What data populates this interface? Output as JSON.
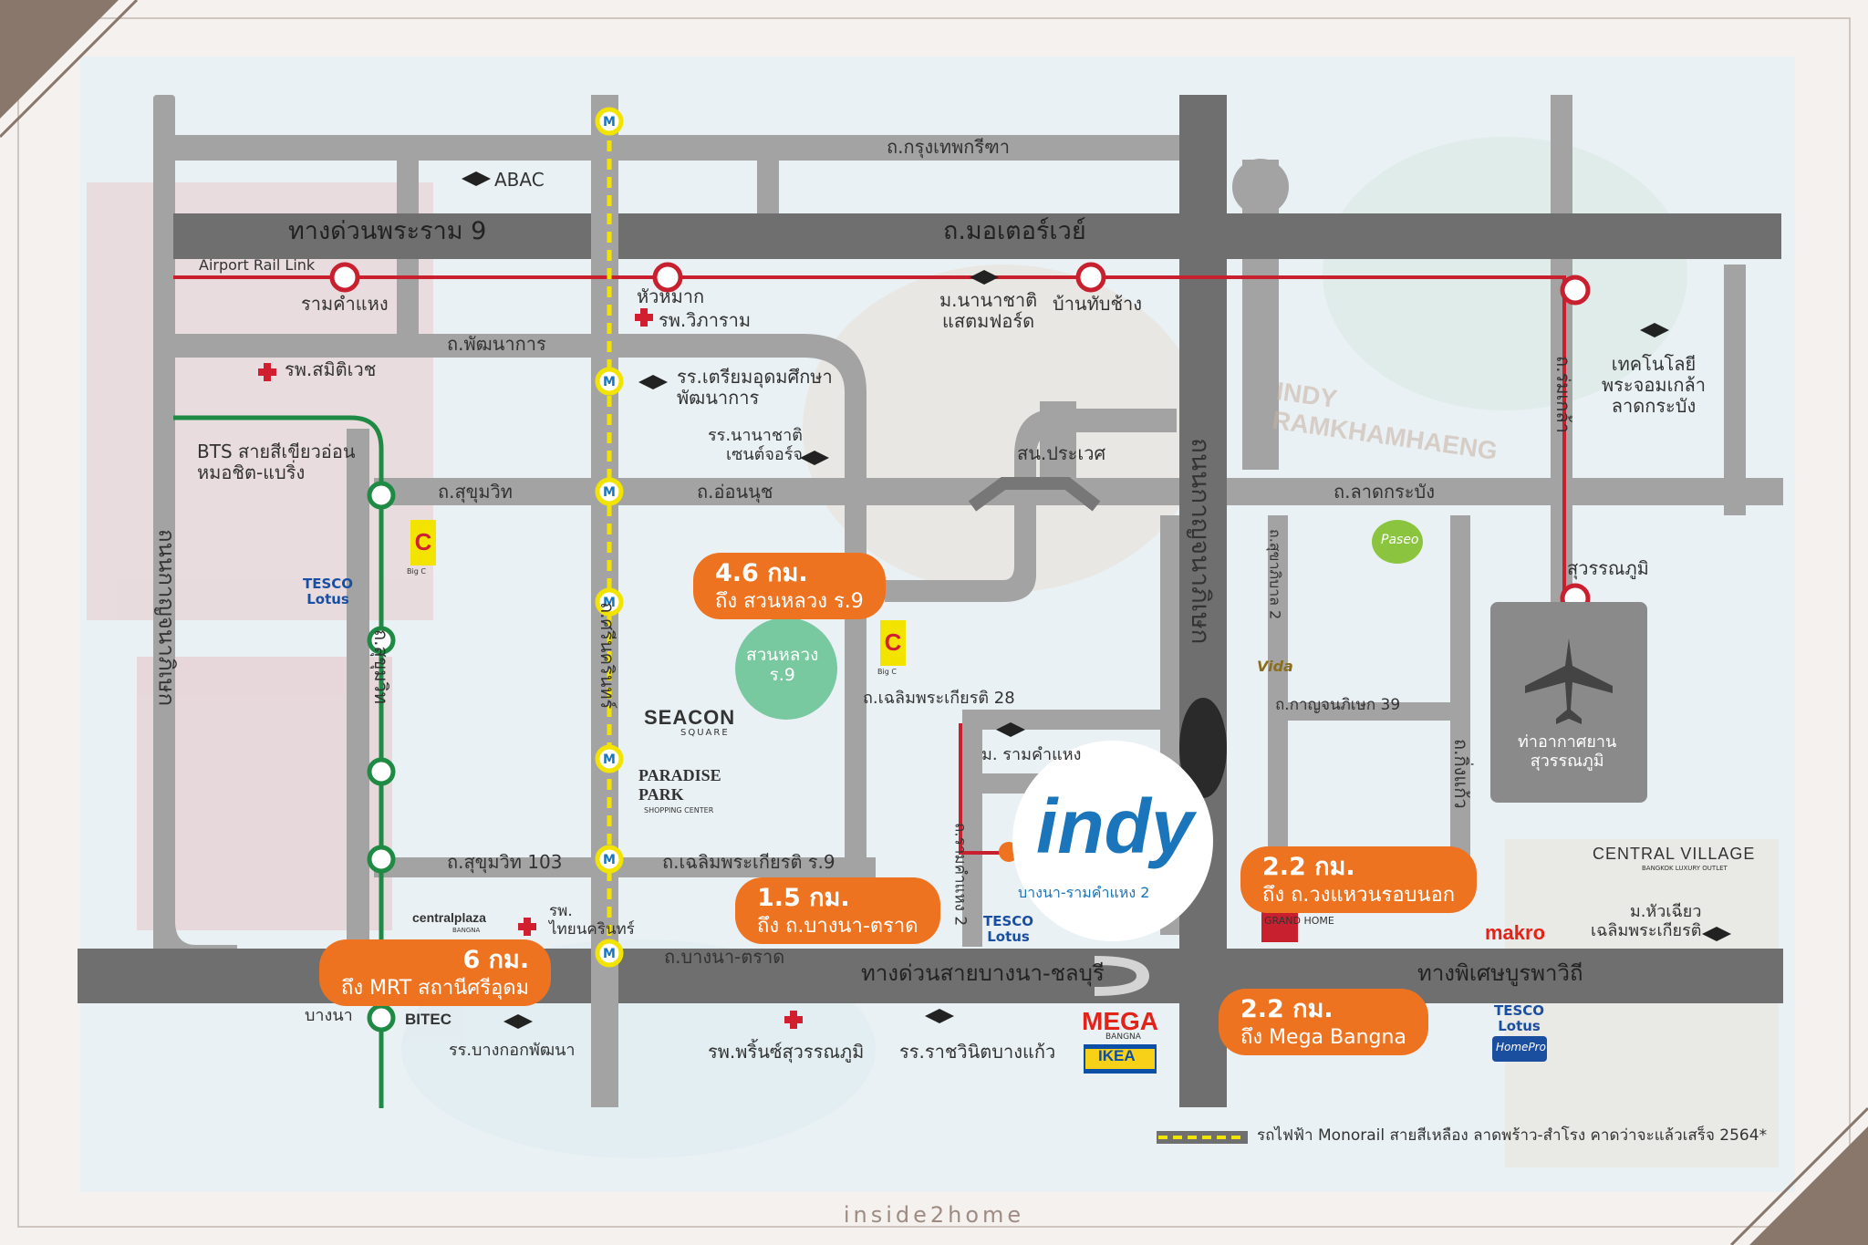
{
  "colors": {
    "road": "#9c9c9c",
    "expressway": "#6d6d6d",
    "airport_rail": "#c8202f",
    "bts_green": "#1f8a43",
    "monorail": "#f3e400",
    "callout": "#ee7321",
    "park": "#78c8a0",
    "airport_box": "#8a8a8a",
    "frame_corner": "#8a776c"
  },
  "roads": {
    "krungthep_kreetha": "ถ.กรุงเทพกรีฑา",
    "rama9_expressway": "ทางด่วนพระราม 9",
    "motorway": "ถ.มอเตอร์เวย์",
    "pattanakan": "ถ.พัฒนาการ",
    "sukhumvit": "ถ.สุขุมวิท",
    "on_nut": "ถ.อ่อนนุช",
    "lat_krabang": "ถ.ลาดกระบัง",
    "kanchanaphisek": "ถนนกาญจนาภิเษก",
    "srinakarin": "ถ.ศรีนครินทร์",
    "sukhumvit_vertical": "ถ.สุขุมวิท",
    "romklao": "ถ.ร่มเกล้า",
    "king_kaeo": "ถ.กิ่งแก้ว",
    "on_nut_junction": "สน.ประเวศ",
    "sukhaphiban2": "ถ.สุขาภิบาล 2",
    "kanchanaphisek39": "ถ.กาญจนภิเษก 39",
    "chalerm28": "ถ.เฉลิมพระเกียรติ 28",
    "sukhumvit103": "ถ.สุขุมวิท 103",
    "chalerm9": "ถ.เฉลิมพระเกียรติ ร.9",
    "ramkhamhaeng2": "ถ.รามคำแหง 2",
    "bangna_trad": "ถ.บางนา-ตราด",
    "bangna_chonburi_exp": "ทางด่วนสายบางนา-ชลบุรี",
    "burapha_withi": "ทางพิเศษบูรพาวิถี"
  },
  "transit": {
    "airport_rail_link": "Airport Rail Link",
    "ramkhamhaeng_station": "รามคำแหง",
    "huamak_station": "หัวหมาก",
    "ban_thap_chang": "บ้านทับช้าง",
    "suvarnabhumi_station": "สุวรรณภูมิ",
    "bts_line": "BTS สายสีเขียวอ่อน\nหมอชิต-แบริ่ง",
    "bangna_station": "บางนา"
  },
  "places": {
    "abac": "ABAC",
    "rs_wikaram": "รพ.วิภาราม",
    "rs_samitivej": "รพ.สมิติเวช",
    "triam": "รร.เตรียมอุดมศึกษา\nพัฒนาการ",
    "nanachat_centre": "รร.นานาชาติ\nเซนต์จอร์จ",
    "stamford": "ม.นานาชาติ\nแสตมฟอร์ด",
    "kmitl": "เทคโนโลยี\nพระจอมเกล้า\nลาดกระบัง",
    "suan_luang": "สวนหลวง\nร.9",
    "seacon": "SEACON",
    "seacon_sub": "SQUARE",
    "paradise": "PARADISE\nPARK",
    "paradise_sub": "SHOPPING CENTER",
    "ram_uni": "ม. รามคำแหง",
    "tesco1": "TESCO\nLotus",
    "tesco2": "TESCO\nLotus",
    "tesco3": "TESCO\nLotus",
    "bigc": "Big C",
    "paseo": "Paseo",
    "vida": "Vida",
    "airport": "ท่าอากาศยาน\nสุวรรณภูมิ",
    "central_village": "CENTRAL VILLAGE",
    "central_village_sub": "BANGKOK LUXURY OUTLET",
    "huachiew": "ม.หัวเฉียว\nเฉลิมพระเกียรติ",
    "makro": "makro",
    "grand_home": "GRAND HOME",
    "central_plaza": "centralplaza",
    "central_plaza_sub": "BANGNA",
    "thai_nakarin": "รพ.\nไทยนครินทร์",
    "bitec": "BITEC",
    "bangkok_pattana": "รร.บางกอกพัฒนา",
    "princ": "รพ.พริ้นซ์สุวรรณภูมิ",
    "rachawinit": "รร.ราชวินิตบางแก้ว",
    "mega": "MEGA",
    "mega_sub": "BANGNA",
    "ikea": "IKEA",
    "homepro": "HomePro"
  },
  "project": {
    "name": "indy",
    "subtitle": "บางนา-รามคำแหง 2"
  },
  "callouts": {
    "suan_luang": {
      "km": "4.6 กม.",
      "text": "ถึง สวนหลวง ร.9"
    },
    "bangna_trad": {
      "km": "1.5 กม.",
      "text": "ถึง ถ.บางนา-ตราด"
    },
    "outer_ring": {
      "km": "2.2 กม.",
      "text": "ถึง ถ.วงแหวนรอบนอก"
    },
    "mega": {
      "km": "2.2 กม.",
      "text": "ถึง Mega Bangna"
    },
    "mrt": {
      "km": "6 กม.",
      "text": "ถึง MRT สถานีศรีอุดม"
    }
  },
  "legend": {
    "monorail": "รถไฟฟ้า Monorail สายสีเหลือง ลาดพร้าว-สำโรง คาดว่าจะแล้วเสร็จ 2564*"
  },
  "footer": "inside2home",
  "background_sign": "INDY\nRAMKHAMHAENG"
}
